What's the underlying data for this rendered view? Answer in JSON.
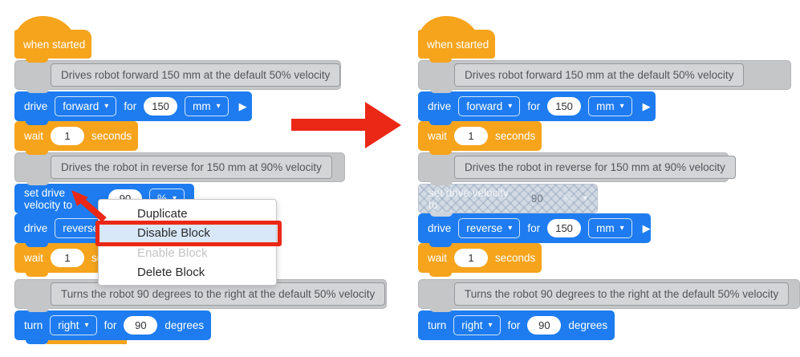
{
  "blocks": {
    "when_started": "when started",
    "drive": "drive",
    "forward": "forward",
    "reverse": "reverse",
    "for": "for",
    "dist": "150",
    "mm": "mm",
    "wait": "wait",
    "wait_val": "1",
    "seconds": "seconds",
    "set_velocity": "set drive velocity to",
    "velocity_val": "90",
    "percent": "%",
    "turn": "turn",
    "right": "right",
    "turn_val": "90",
    "degrees": "degrees"
  },
  "comments": {
    "forward": "Drives robot forward 150 mm at the default 50% velocity",
    "reverse": "Drives the robot in reverse for 150 mm at 90% velocity",
    "turn": "Turns the robot 90 degrees to the right at the default 50% velocity"
  },
  "icons": {
    "caret": "▾",
    "play": "▶"
  },
  "menu": {
    "items": [
      {
        "label": "Duplicate",
        "state": "normal"
      },
      {
        "label": "Disable Block",
        "state": "selected"
      },
      {
        "label": "Enable Block",
        "state": "disabled"
      },
      {
        "label": "Delete Block",
        "state": "normal"
      }
    ]
  },
  "colors": {
    "block_blue": "#1E7CF0",
    "block_orange": "#F6A41C",
    "comment_gray": "#C5C6C8",
    "highlight_red": "#EB2816",
    "menu_selected_bg": "#D9E8F9",
    "disabled_hatch": "#D2DAE4"
  }
}
